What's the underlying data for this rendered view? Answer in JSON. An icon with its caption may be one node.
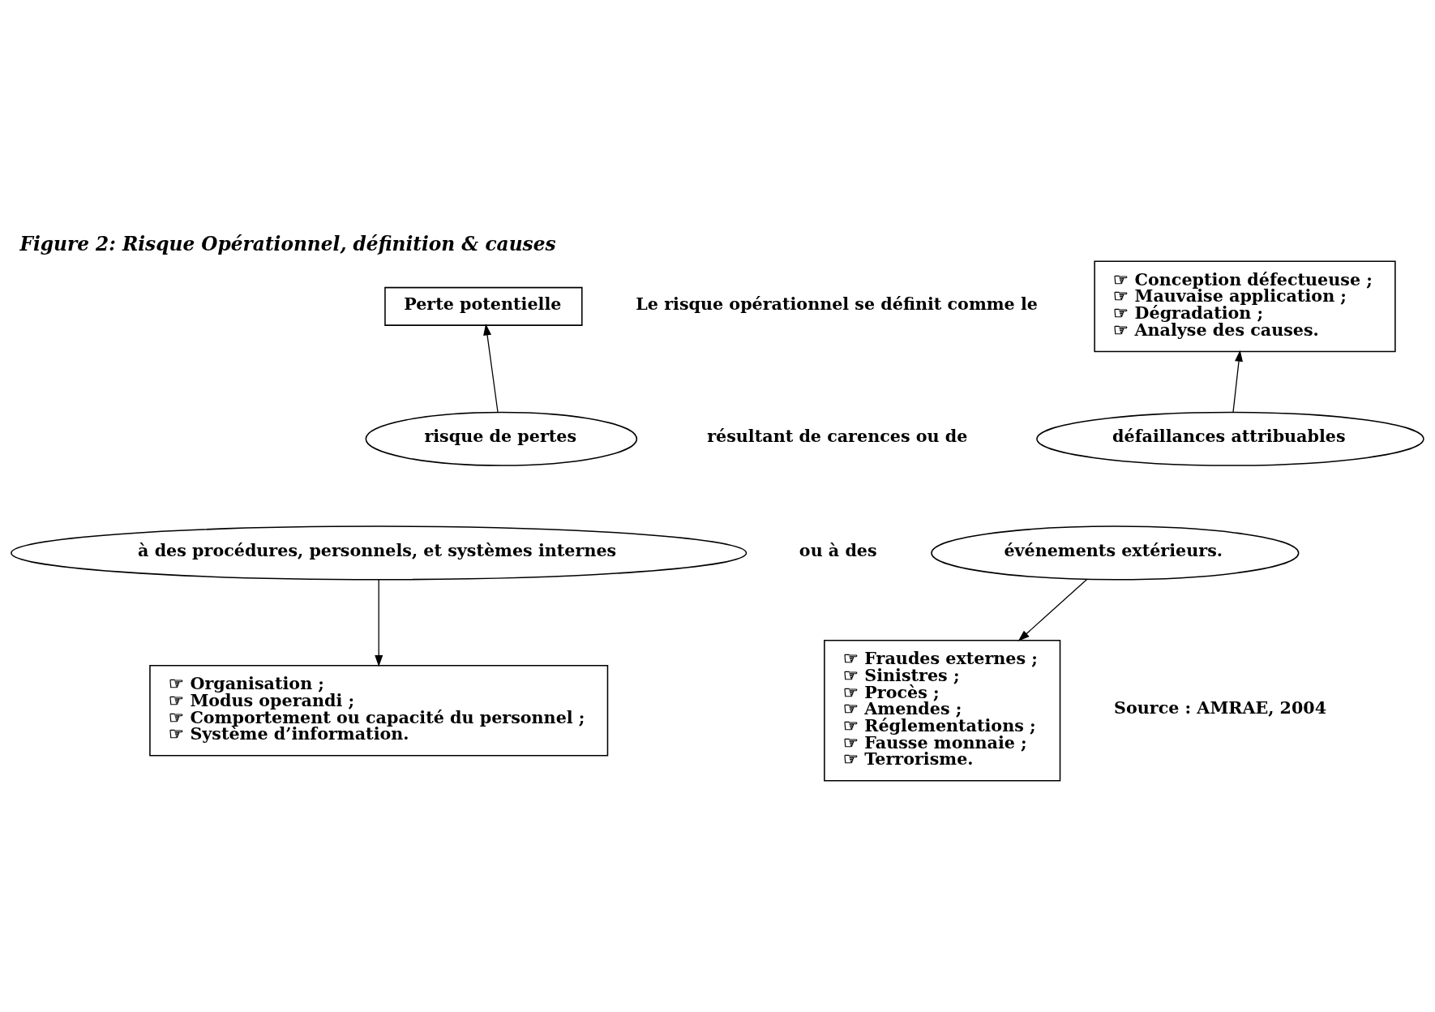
{
  "diagram": {
    "title": "Figure 2: Risque Opérationnel, définition & causes",
    "nodes": [
      {
        "text": [
          "Perte potentielle"
        ]
      },
      {
        "text": [
          "☞ Conception défectueuse ;",
          "☞ Mauvaise application ;",
          "☞ Dégradation ;",
          "☞ Analyse des causes."
        ]
      },
      {
        "text": [
          "risque de pertes"
        ]
      },
      {
        "text": [
          "défaillances attribuables"
        ]
      },
      {
        "text": [
          "à des procédures, personnels, et systèmes internes"
        ]
      },
      {
        "text": [
          "événements extérieurs."
        ]
      },
      {
        "text": [
          "☞ Organisation ;",
          "☞ Modus operandi ;",
          "☞ Comportement ou capacité du personnel ;",
          "☞ Système d’information."
        ]
      },
      {
        "text": [
          "☞ Fraudes externes ;",
          "☞ Sinistres ;",
          "☞ Procès ;",
          "☞ Amendes ;",
          "☞ Réglementations ;",
          "☞ Fausse monnaie ;",
          "☞ Terrorisme."
        ]
      }
    ],
    "edges": [
      {
        "from": 2,
        "to": 0,
        "arrow": "to"
      },
      {
        "from": 3,
        "to": 1,
        "arrow": "to"
      },
      {
        "from": 4,
        "to": 6,
        "arrow": "to"
      },
      {
        "from": 5,
        "to": 7,
        "arrow": "to"
      }
    ],
    "labels": [
      "Le risque opérationnel se définit comme le",
      "résultant de carences ou de",
      "ou à des",
      "Source : AMRAE, 2004"
    ]
  }
}
